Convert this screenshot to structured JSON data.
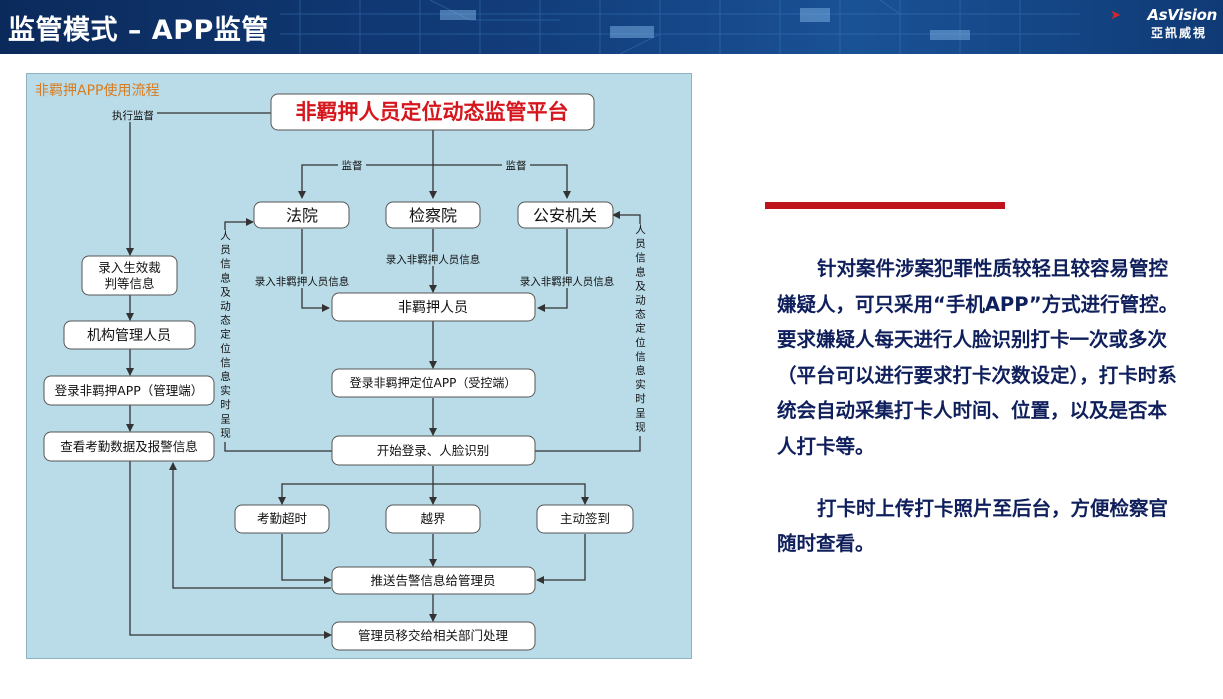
{
  "header": {
    "title": "监管模式 – APP监管",
    "logo_text": "AsVision",
    "logo_subtext": "亞訊威視",
    "background_color": "#123e7c"
  },
  "diagram": {
    "panel_title": "非羁押APP使用流程",
    "platform_title": "非羁押人员定位动态监管平台",
    "nodes": {
      "court": "法院",
      "procuratorate": "检察院",
      "police": "公安机关",
      "non_detained": "非羁押人员",
      "login_client": "登录非羁押定位APP（受控端）",
      "start_login": "开始登录、人脸识别",
      "attendance_overtime": "考勤超时",
      "out_of_bounds": "越界",
      "active_checkin": "主动签到",
      "push_alert": "推送告警信息给管理员",
      "admin_transfer": "管理员移交给相关部门处理",
      "enter_verdict": "录入生效裁判等信息",
      "agency_admin": "机构管理人员",
      "login_admin_app": "登录非羁押APP（管理端）",
      "view_attendance": "查看考勤数据及报警信息"
    },
    "edge_labels": {
      "execute_supervision": "执行监督",
      "supervise_left": "监督",
      "supervise_right": "监督",
      "enter_info_court": "录入非羁押人员信息",
      "enter_info_procuratorate": "录入非羁押人员信息",
      "enter_info_police": "录入非羁押人员信息",
      "realtime_left": "人员信息及动态定位信息实时呈现",
      "realtime_right": "人员信息及动态定位信息实时呈现"
    },
    "colors": {
      "panel_bg": "#b9dce8",
      "platform_text": "#d6161d",
      "panel_title": "#d97b1f",
      "line": "#333333"
    }
  },
  "description": {
    "paragraph1": "针对案件涉案犯罪性质较轻且较容易管控嫌疑人，可只采用“手机APP”方式进行管控。要求嫌疑人每天进行人脸识别打卡一次或多次（平台可以进行要求打卡次数设定），打卡时系统会自动采集打卡人时间、位置，以及是否本人打卡等。",
    "paragraph2": "打卡时上传打卡照片至后台，方便检察官随时查看。",
    "accent_color": "#c0141d",
    "text_color": "#0f1f5c"
  }
}
